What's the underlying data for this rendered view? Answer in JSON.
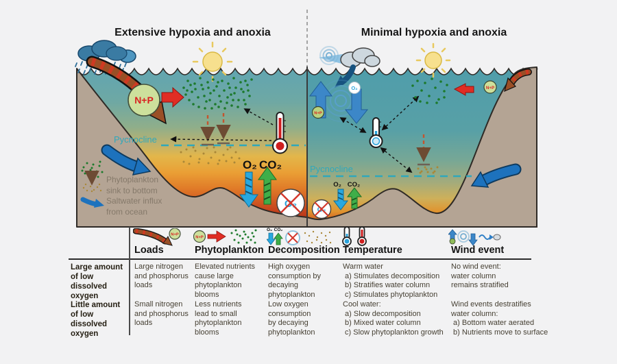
{
  "titles": {
    "left": "Extensive hypoxia and anoxia",
    "right": "Minimal hypoxia and anoxia"
  },
  "labels": {
    "np": "N+P",
    "o2": "O₂",
    "co2": "CO₂",
    "pycnocline": "Pycnocline",
    "phytoplankton_sink": [
      "Phytoplankton",
      "sink to bottom"
    ],
    "saltwater_influx": [
      "Saltwater influx",
      "from ocean"
    ]
  },
  "table": {
    "columns": [
      "Loads",
      "Phytoplankton",
      "Decomposition",
      "Temperature",
      "Wind event"
    ],
    "rows": [
      {
        "label": "Large amount\nof low dissolved\noxygen",
        "cells": [
          "Large nitrogen\nand phosphorus\nloads",
          "Elevated nutrients\ncause large\nphytoplankton\nblooms",
          "High oxygen\nconsumption by\ndecaying\nphytoplankton",
          "Warm water\n a) Stimulates decomposition\n b) Stratifies water column\n c) Stimulates phytoplankton",
          "No wind event:\nwater column\nremains stratified"
        ]
      },
      {
        "label": "Little amount\nof low dissolved\noxygen",
        "cells": [
          "Small nitrogen\nand phosphorus\nloads",
          "Less nutrients\nlead to small\nphytoplankton\nblooms",
          "Low oxygen\nconsumption\nby decaying\nphytoplankton",
          "Cool water:\n a) Slow decomposition\n b) Mixed water column\n c) Slow phytoplankton growth",
          "Wind events destratifies\nwater column:\n a) Bottom water aerated\n b) Nutrients move to surface"
        ]
      }
    ]
  },
  "icons": {
    "loads": "brown-runoff-arrow with N+P circle",
    "phytoplankton": "N+P circle, red arrow, green dot bloom",
    "decomposition": "O₂ down / CO₂ up arrows, crossed circle, sinking particles",
    "temperature": "cool and warm thermometers",
    "wind_event": "mixing swirl, vertical arrows, wind to zooplankton"
  },
  "colors": {
    "water_surface_teal": "#4f9dab",
    "hypoxic_orange": "#e0942f",
    "anoxic_red": "#b02a18",
    "land_tan": "#b4a494",
    "pycnocline_teal": "#2fa8bc",
    "oxygen_blue": "#2ba3da",
    "co2_green": "#3fae49",
    "nutrient_red": "#d92121",
    "influx_blue": "#1d72bd"
  }
}
